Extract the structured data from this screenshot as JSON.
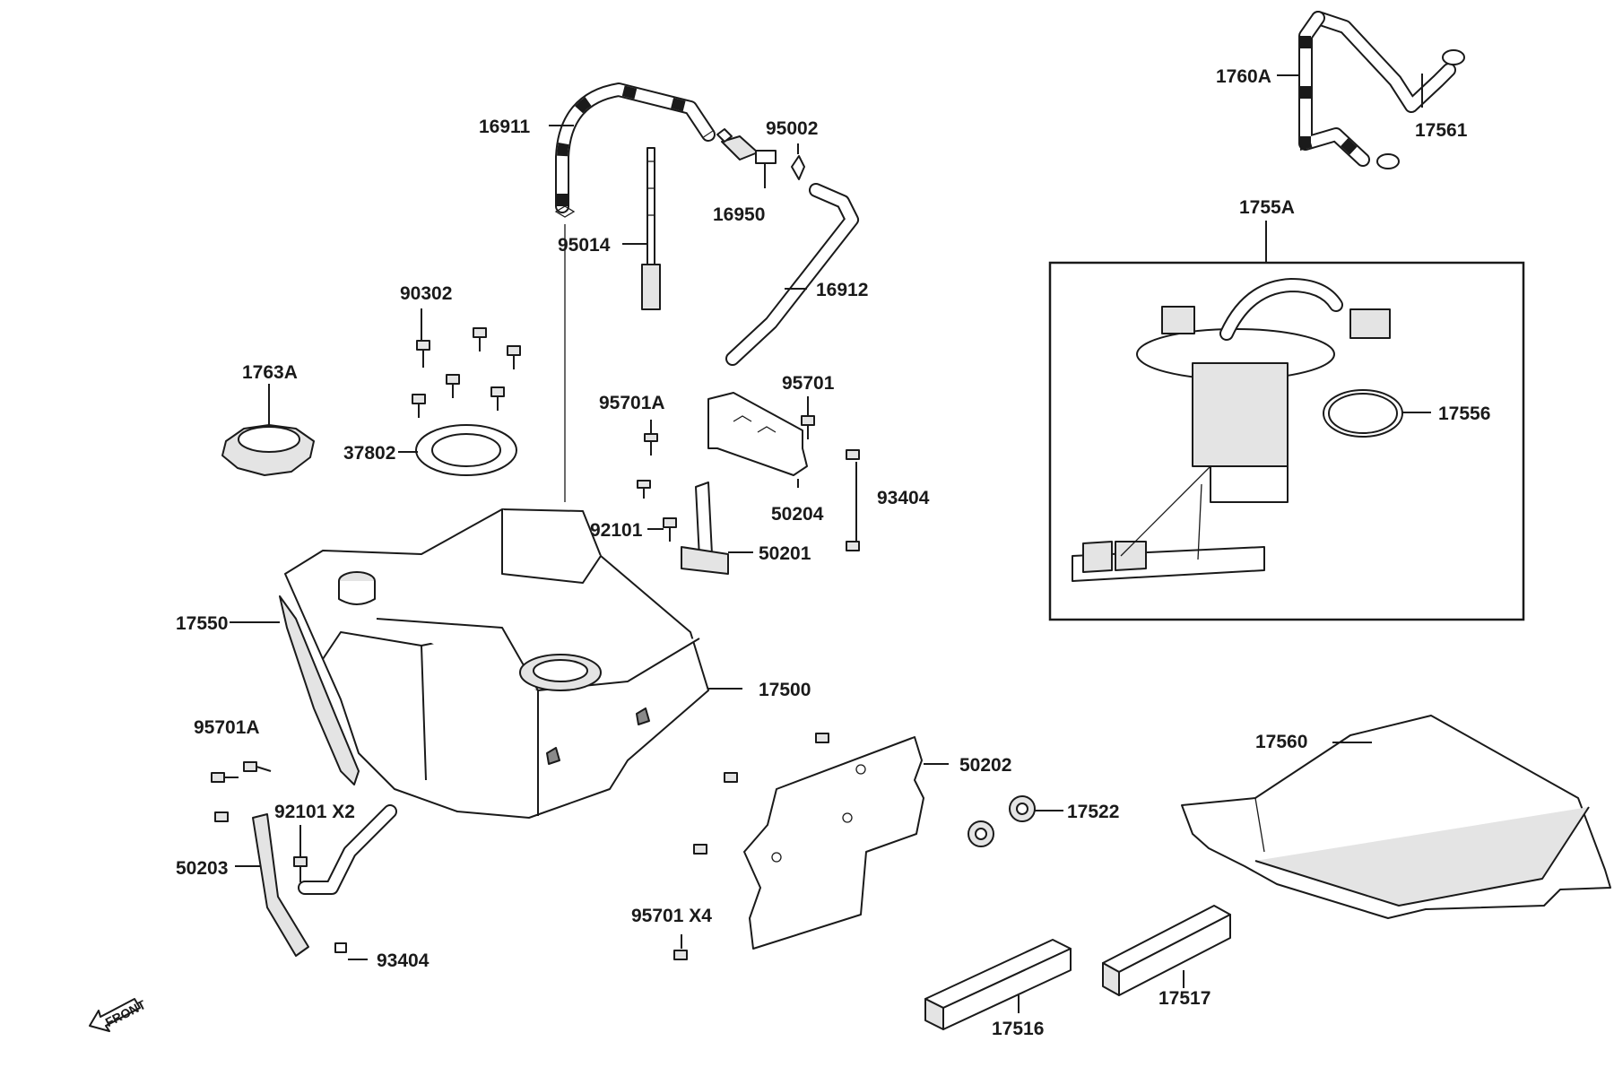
{
  "callouts": {
    "c16911": "16911",
    "c95002": "95002",
    "c16950": "16950",
    "c95014": "95014",
    "c16912": "16912",
    "c90302": "90302",
    "c1763A": "1763A",
    "c37802": "37802",
    "c95701A_top": "95701A",
    "c95701": "95701",
    "c93404_right": "93404",
    "c50204": "50204",
    "c92101": "92101",
    "c50201": "50201",
    "c17550": "17550",
    "c17500": "17500",
    "c95701A_left": "95701A",
    "c92101x2": "92101  X2",
    "c50203": "50203",
    "c93404_bottom": "93404",
    "c50202": "50202",
    "c17522": "17522",
    "c95701x4": "95701  X4",
    "c17516": "17516",
    "c17517": "17517",
    "c17560": "17560",
    "c1760A": "1760A",
    "c17561": "17561",
    "c1755A": "1755A",
    "c17556": "17556",
    "front_marker": "FRONT"
  }
}
